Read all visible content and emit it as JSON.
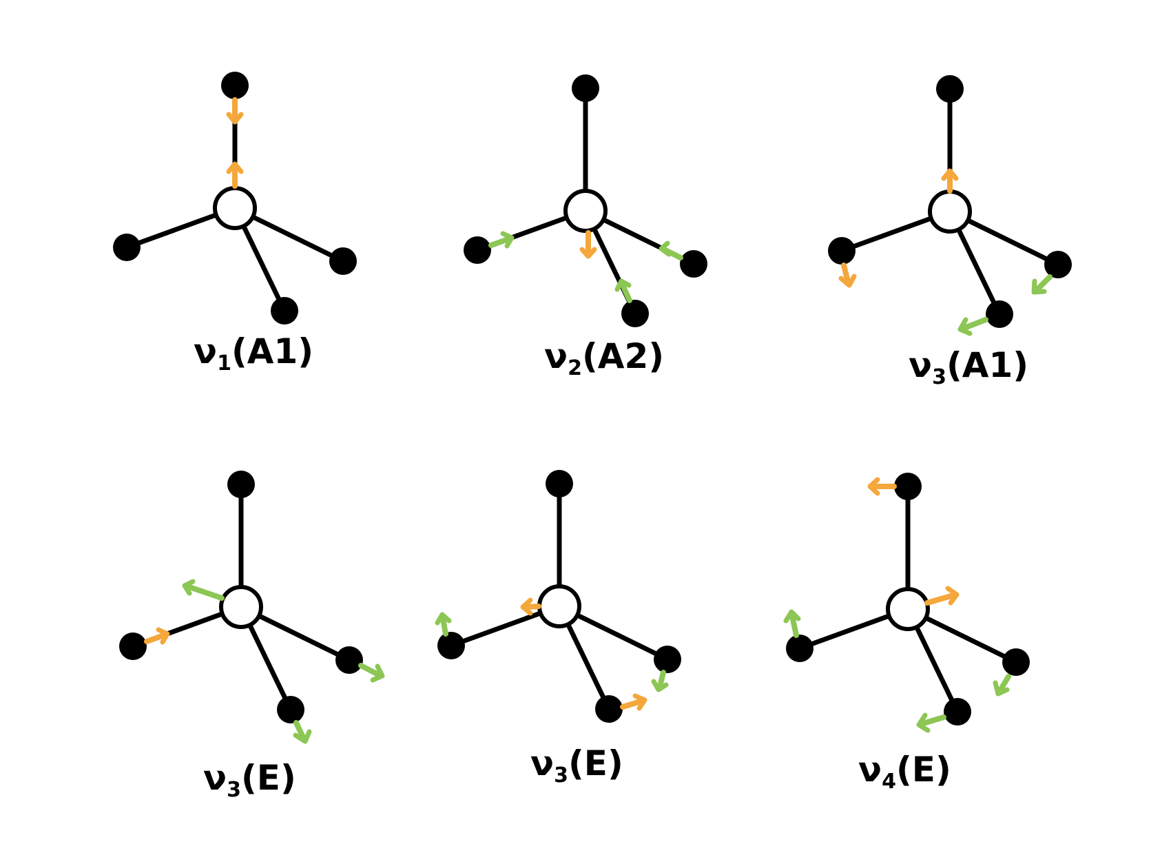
{
  "colors": {
    "bond": "#000000",
    "terminal_atom": "#000000",
    "central_atom_fill": "#ffffff",
    "arrow_orange": "#f4a73b",
    "arrow_green": "#8cc654"
  },
  "modes": [
    {
      "symbol": "ν",
      "index": "1",
      "symmetry": "(A1)"
    },
    {
      "symbol": "ν",
      "index": "2",
      "symmetry": "(A2)"
    },
    {
      "symbol": "ν",
      "index": "3",
      "symmetry": "(A1)"
    },
    {
      "symbol": "ν",
      "index": "3",
      "symmetry": "(E)"
    },
    {
      "symbol": "ν",
      "index": "3",
      "symmetry": "(E)"
    },
    {
      "symbol": "ν",
      "index": "4",
      "symmetry": "(E)"
    }
  ]
}
